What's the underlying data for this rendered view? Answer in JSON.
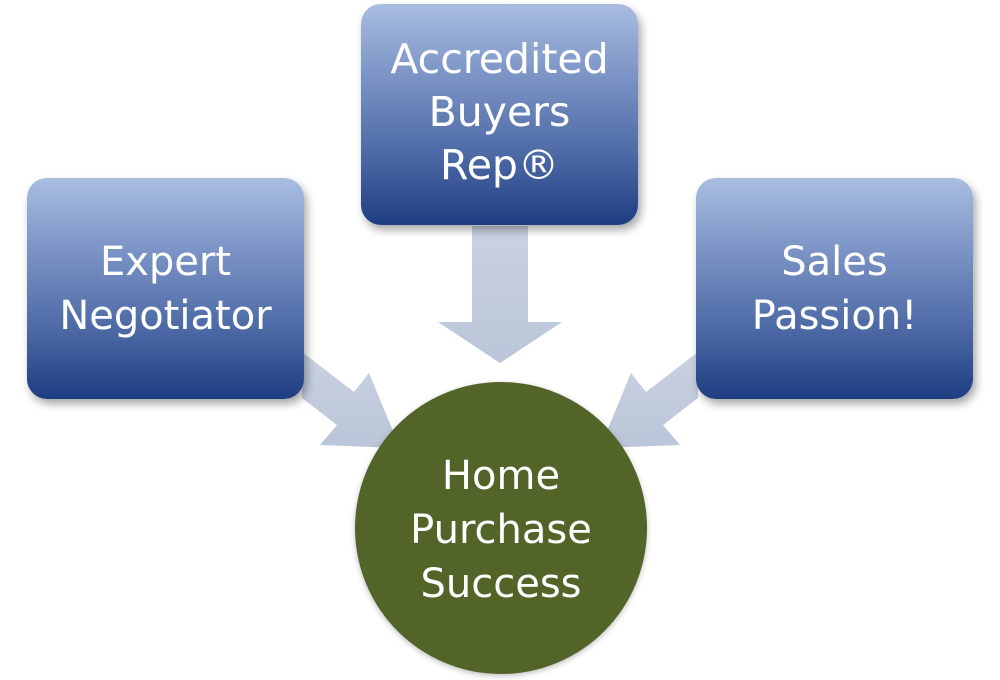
{
  "diagram": {
    "nodes": {
      "left": {
        "text": "Expert\nNegotiator"
      },
      "top": {
        "text": "Accredited\nBuyers\nRep®"
      },
      "right": {
        "text": "Sales\nPassion!"
      },
      "center": {
        "text": "Home\nPurchase\nSuccess"
      }
    },
    "colors": {
      "box_gradient_top": "#a9bde0",
      "box_gradient_bottom": "#1e3e82",
      "circle_fill": "#526428",
      "arrow_fill": "#c5cede",
      "text": "#ffffff"
    }
  }
}
